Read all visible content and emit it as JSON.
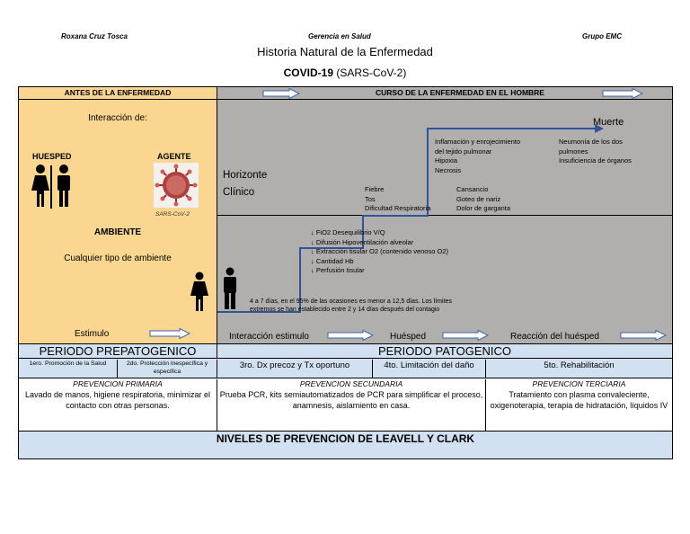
{
  "header": {
    "author": "Roxana Cruz Tosca",
    "course": "Gerencia en Salud",
    "group": "Grupo EMC",
    "title": "Historia Natural de la Enfermedad",
    "subtitle_bold": "COVID-19",
    "subtitle_rest": " (SARS-CoV-2)"
  },
  "left_panel": {
    "heading": "ANTES DE LA ENFERMEDAD",
    "interaction": "Interacción de:",
    "host": "HUESPED",
    "agent": "AGENTE",
    "virus_caption": "SARS-CoV-2",
    "environment": "AMBIENTE",
    "environment_desc": "Cualquier tipo de ambiente",
    "stimulus": "Estimulo"
  },
  "right_panel": {
    "heading": "CURSO DE LA ENFERMEDAD EN EL HOMBRE",
    "death": "Muerte",
    "clinical_horizon_1": "Horizonte",
    "clinical_horizon_2": "Clínico",
    "symptoms_severe": [
      "Inflamación y enrojecimiento",
      "del tejido pulmonar",
      "Hipoxia",
      "Necrosis"
    ],
    "symptoms_death": [
      "Neumonía de los dos",
      "pulmones",
      "Insuficiencia de órganos"
    ],
    "symptoms_mild_a": [
      "Fiebre",
      "Tos",
      "Dificultad Respiratoria"
    ],
    "symptoms_mild_b": [
      "Cansancio",
      "Goteo de nariz",
      "Dolor de garganta"
    ],
    "subclinical": [
      "↓ FiO2 Desequilibrio V/Q",
      "↓ Difusión Hipoventilación alveolar",
      "↓ Extracción tisular O2 (contenido venoso O2)",
      "↓ Cantidad Hb",
      "↓ Perfusión tisular"
    ],
    "incubation_1": "4 a 7 días, en el 95% de las ocasiones es menor a 12,5 días. Los límites",
    "incubation_2": "extremos se han establecido entre 2 y 14 días después del contagio",
    "footer_a": "Interacción estimulo",
    "footer_b": "Huésped",
    "footer_c": "Reacción del huésped"
  },
  "periods": {
    "prepathogenic": "PERIODO PREPATOGENICO",
    "pathogenic": "PERIODO PATOGENICO"
  },
  "levels": {
    "l1": "1ero. Promoción de la Salud",
    "l2": "2do. Protección inespecífica y especifica",
    "l3": "3ro. Dx precoz y Tx oportuno",
    "l4": "4to. Limitación del daño",
    "l5": "5to. Rehabilitación"
  },
  "prevention": {
    "primary_title": "PREVENCION PRIMARIA",
    "primary_text": "Lavado de manos, higiene respiratoria, minimizar el contacto con otras personas.",
    "secondary_title": "PREVENCION SECUNDARIA",
    "secondary_text": "Prueba PCR, kits semiautomatizados de PCR para simplificar el proceso, anamnesis, aislamiento en casa.",
    "tertiary_title": "PREVENCION TERCIARIA",
    "tertiary_text": "Tratamiento con plasma convaleciente, oxigenoterapia, terapia de hidratación, líquidos IV"
  },
  "footer": "NIVELES DE PREVENCION DE LEAVELL Y CLARK",
  "colors": {
    "left_bg": "#fbd690",
    "gray_bg": "#b1aeae",
    "band_bg": "#d2e1f1",
    "stair_line": "#2e5597"
  }
}
